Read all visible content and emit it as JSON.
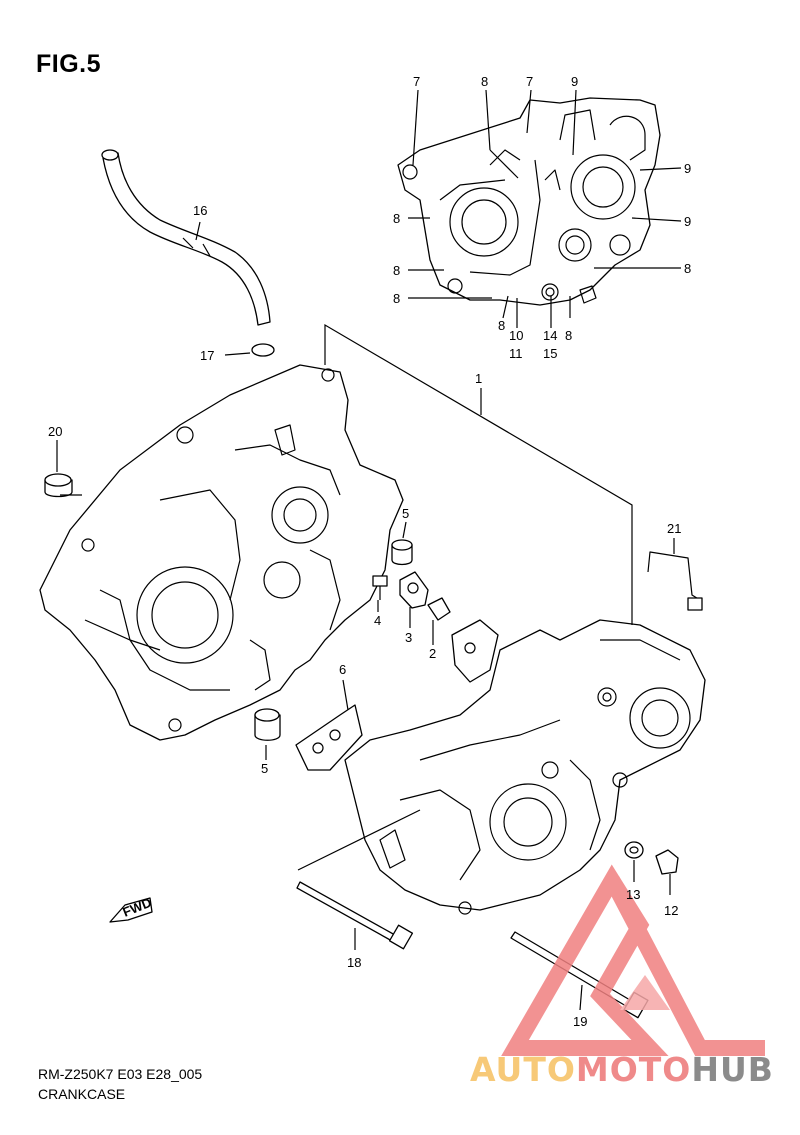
{
  "figure": {
    "title": "FIG.5",
    "model_code": "RM-Z250K7 E03 E28_005",
    "section_name": "CRANKCASE"
  },
  "watermark": {
    "part1": "AUTO",
    "part2": "MOTO",
    "part3": "HUB",
    "colors": {
      "part1": "#f7c978",
      "part2": "#ef8a8a",
      "part3": "#8b8b8b",
      "logo": "#f08080"
    }
  },
  "fwd_badge": "FWD",
  "callouts": {
    "c1": "1",
    "c2": "2",
    "c3": "3",
    "c4": "4",
    "c5a": "5",
    "c5b": "5",
    "c6": "6",
    "c7a": "7",
    "c7b": "7",
    "c8a": "8",
    "c8b": "8",
    "c8c": "8",
    "c8d": "8",
    "c8e": "8",
    "c8f": "8",
    "c8g": "8",
    "c9a": "9",
    "c9b": "9",
    "c9c": "9",
    "c10": "10",
    "c11": "11",
    "c12": "12",
    "c13": "13",
    "c14": "14",
    "c15": "15",
    "c16": "16",
    "c17": "17",
    "c18": "18",
    "c19": "19",
    "c20": "20",
    "c21": "21"
  }
}
